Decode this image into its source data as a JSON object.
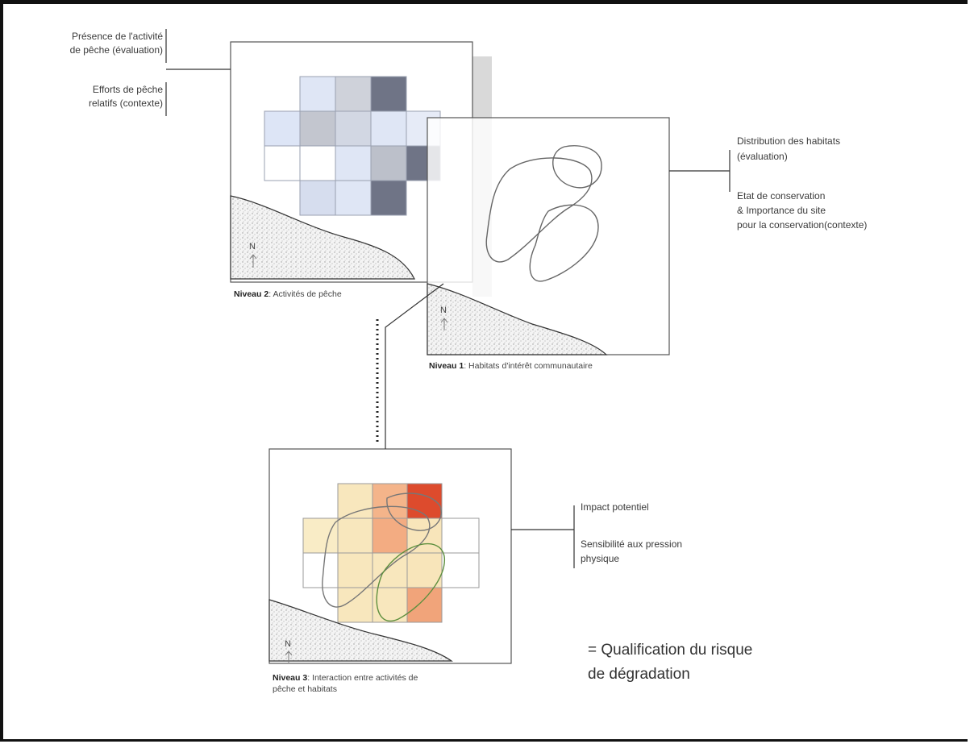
{
  "level2": {
    "labels": {
      "line1": "Présence de l'activité",
      "line2": "de pêche (évaluation)",
      "line3": "Efforts de pêche",
      "line4": "relatifs (contexte)"
    },
    "caption_bold": "Niveau 2",
    "caption_text": ": Activités de pêche",
    "north": "N"
  },
  "level1": {
    "labels": {
      "line1": "Distribution des habitats",
      "line2": "(évaluation)",
      "line3": "Etat de conservation",
      "line4": "& Importance du site",
      "line5": "pour la conservation(contexte)"
    },
    "caption_bold": "Niveau 1",
    "caption_text": ": Habitats d'intérêt communautaire",
    "north": "N"
  },
  "level3": {
    "labels": {
      "line1": "Impact potentiel",
      "line2": "Sensibilité aux pression",
      "line3": "physique"
    },
    "caption_bold": "Niveau 3",
    "caption_text": ": Interaction entre activités de",
    "caption_line2": "pêche et habitats",
    "north": "N"
  },
  "result": {
    "line1": "= Qualification du risque",
    "line2": "de dégradation"
  }
}
